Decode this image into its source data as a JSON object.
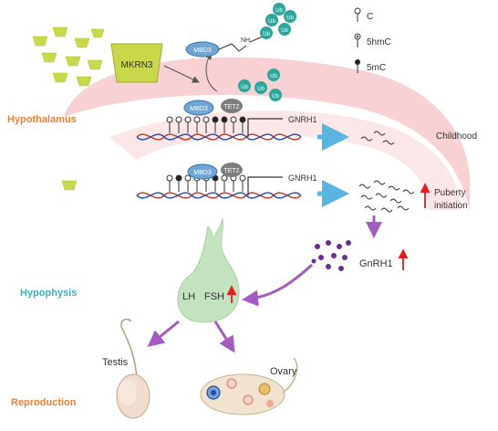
{
  "regions": {
    "hypothalamus": "Hypothalamus",
    "hypophysis": "Hypophysis",
    "reproduction": "Reproduction"
  },
  "proteins": {
    "mkrn3": "MKRN3",
    "mbd3": "MBD3",
    "tet2": "TET2",
    "ubiquitin": "Ub",
    "amine": "NH"
  },
  "gene": "GNRH1",
  "legend": [
    {
      "symbol": "open-circle-lollipop",
      "label": "C"
    },
    {
      "symbol": "small-circle-lollipop",
      "label": "5hmC"
    },
    {
      "symbol": "filled-circle-lollipop",
      "label": "5mC"
    }
  ],
  "stages": {
    "childhood": "Childhood",
    "puberty_line1": "Puberty",
    "puberty_line2": "initiation"
  },
  "hormones": {
    "gnrh1": "GnRH1",
    "lh": "LH",
    "fsh": "FSH"
  },
  "organs": {
    "testis": "Testis",
    "ovary": "Ovary"
  },
  "colors": {
    "region_hypothalamus": "#e8823a",
    "region_hypophysis": "#3ab3b8",
    "region_reproduction": "#e8823a",
    "pink_band": "#f6c9cc",
    "mkrn3_yellow": "#c9d84a",
    "ub_teal": "#2fa69b",
    "mbd3_blue": "#6fa6d6",
    "tet2_grey": "#7d7d7d",
    "blue_arrow": "#5ab4e0",
    "purple": "#a35bbf",
    "red_up": "#e0201e",
    "pituitary_green": "#c5e2c0"
  }
}
